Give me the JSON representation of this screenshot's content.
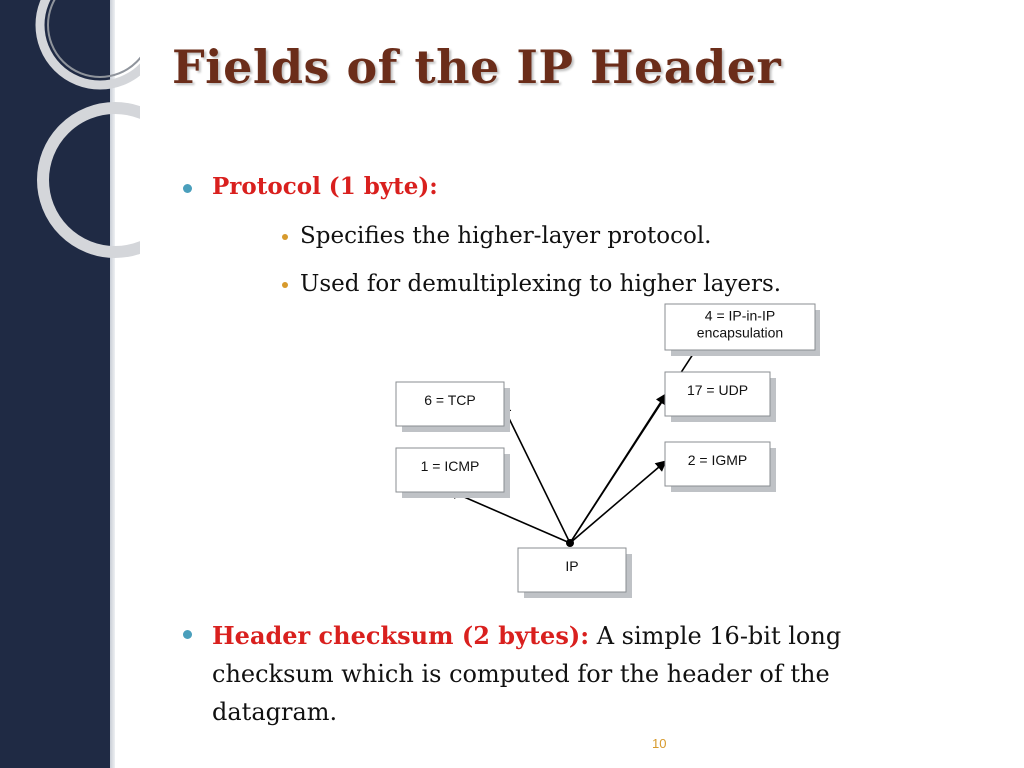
{
  "slide": {
    "title": "Fields of  the IP Header",
    "page_number": "10"
  },
  "bullets": [
    {
      "label": "Protocol (1 byte):",
      "subitems": [
        "Specifies the higher-layer protocol.",
        "Used for demultiplexing to higher layers."
      ]
    },
    {
      "label": "Header checksum (2 bytes):",
      "text": " A simple 16-bit long checksum which is computed for the header of  the datagram."
    }
  ],
  "diagram": {
    "source": "IP",
    "targets": [
      {
        "lines": [
          "6 = TCP"
        ]
      },
      {
        "lines": [
          "1 = ICMP"
        ]
      },
      {
        "lines": [
          "4 = IP-in-IP",
          "encapsulation"
        ]
      },
      {
        "lines": [
          "17 = UDP"
        ]
      },
      {
        "lines": [
          "2 = IGMP"
        ]
      }
    ]
  },
  "colors": {
    "title": "#6b2d1a",
    "bullet_label": "#d9201e",
    "bullet_dot": "#4a9fbc",
    "sub_dot": "#d79a2c",
    "side_band": "#1f2a44"
  }
}
